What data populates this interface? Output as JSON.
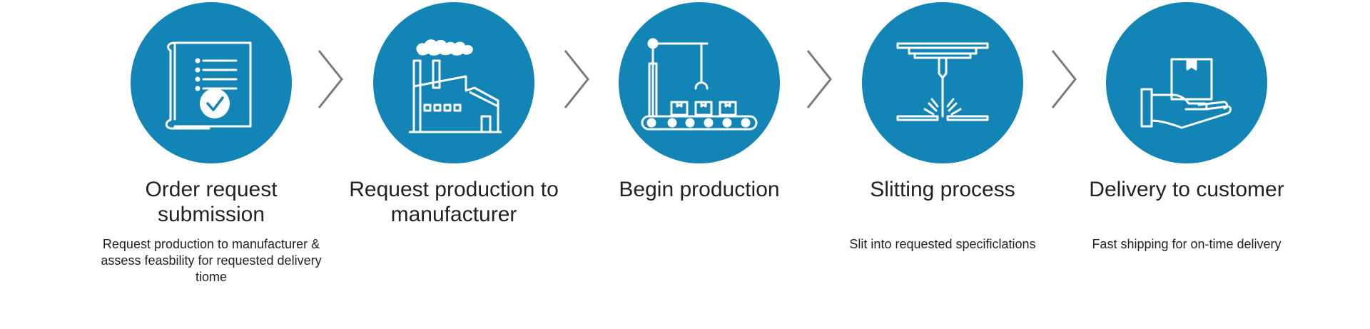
{
  "colors": {
    "circle_fill": "#1285b6",
    "icon_stroke": "#ffffff",
    "chevron": "#7a7a7a",
    "text": "#222222"
  },
  "steps": [
    {
      "icon": "document-check-icon",
      "title_lines": [
        "Order request",
        "submission"
      ],
      "description_lines": [
        "Request production to manufacturer &",
        "assess feasbility for requested delivery",
        "tiome"
      ]
    },
    {
      "icon": "factory-icon",
      "title_lines": [
        "Request production to",
        "manufacturer"
      ],
      "description_lines": []
    },
    {
      "icon": "conveyor-robot-arm-icon",
      "title_lines": [
        "Begin production"
      ],
      "description_lines": []
    },
    {
      "icon": "slitting-machine-icon",
      "title_lines": [
        "Slitting process"
      ],
      "description_lines": [
        "Slit into requested specificlations"
      ]
    },
    {
      "icon": "hand-box-delivery-icon",
      "title_lines": [
        "Delivery to customer"
      ],
      "description_lines": [
        "Fast shipping for on-time delivery"
      ]
    }
  ],
  "separators": [
    "chevron-right-icon",
    "chevron-right-icon",
    "chevron-right-icon",
    "chevron-right-icon"
  ]
}
